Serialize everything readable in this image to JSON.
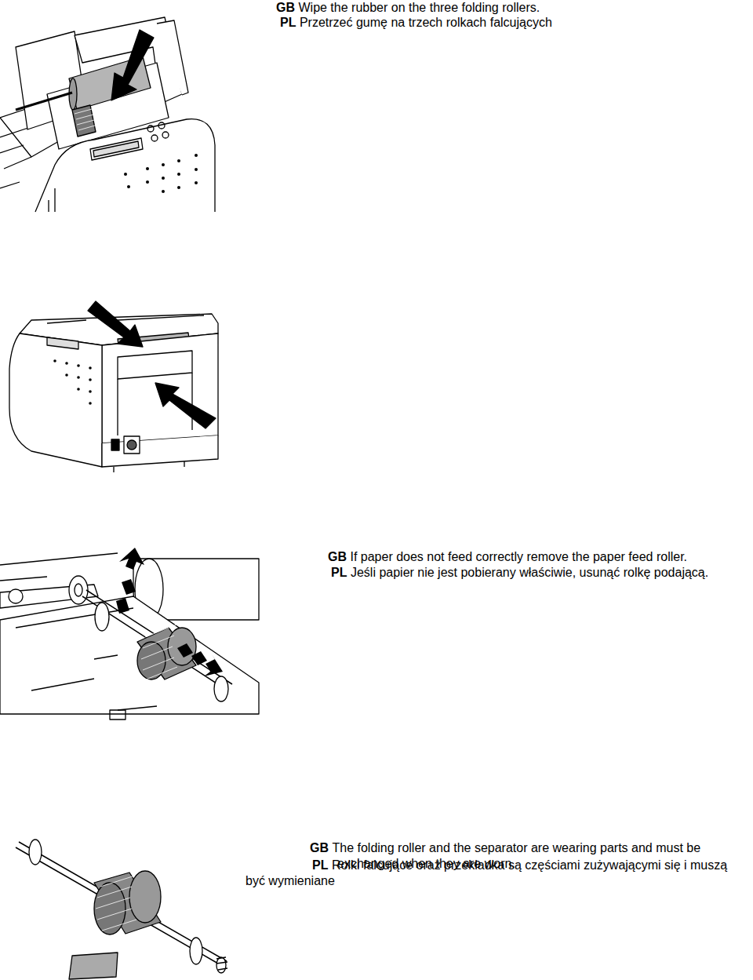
{
  "diagram": {
    "labels": [
      "GB",
      "Wipe the rubber on the three folding rollers.",
      "PL",
      "Przetrzeć gumę na trzech rolkach falcujących",
      "GB",
      "If paper does not feed correctly remove the paper feed roller.",
      "PL",
      "Jeśli papier nie jest pobierany właściwie, usunąć rolkę podającą.",
      "GB",
      "The folding roller and the separator are wearing parts and must be exchanged when they are worn.",
      "PL",
      "Rolki falcujące oraz przekładka są częściami zużywającymi się i muszą być wymieniane"
    ]
  }
}
